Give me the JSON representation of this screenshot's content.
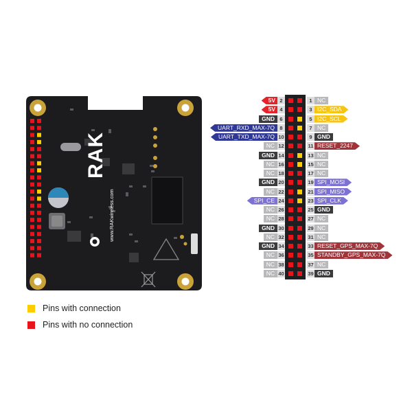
{
  "board": {
    "brand": "RAK",
    "url": "www.RAKwireless.com"
  },
  "colors": {
    "board": "#1c1c1e",
    "connected": "#ffcc00",
    "not_connected": "#e8141c",
    "gold": "#c9a23a"
  },
  "legend": [
    {
      "label": "Pins with connection",
      "color": "#ffcc00"
    },
    {
      "label": "Pins with no connection",
      "color": "#e8141c"
    }
  ],
  "pins_even": [
    {
      "num": "2",
      "label": "5V",
      "style": "pwr"
    },
    {
      "num": "4",
      "label": "5V",
      "style": "pwr"
    },
    {
      "num": "6",
      "label": "GND",
      "style": "gnd"
    },
    {
      "num": "8",
      "label": "UART_RXD_MAX-7Q",
      "style": "blueL"
    },
    {
      "num": "10",
      "label": "UART_TXD_MAX-7Q",
      "style": "blueL"
    },
    {
      "num": "12",
      "label": "NC",
      "style": "nc"
    },
    {
      "num": "14",
      "label": "GND",
      "style": "gnd"
    },
    {
      "num": "16",
      "label": "NC",
      "style": "nc"
    },
    {
      "num": "18",
      "label": "NC",
      "style": "nc"
    },
    {
      "num": "20",
      "label": "GND",
      "style": "gnd"
    },
    {
      "num": "22",
      "label": "NC",
      "style": "nc"
    },
    {
      "num": "24",
      "label": "SPI_CE",
      "style": "purpL"
    },
    {
      "num": "26",
      "label": "NC",
      "style": "nc"
    },
    {
      "num": "28",
      "label": "NC",
      "style": "nc"
    },
    {
      "num": "30",
      "label": "GND",
      "style": "gnd"
    },
    {
      "num": "32",
      "label": "NC",
      "style": "nc"
    },
    {
      "num": "34",
      "label": "GND",
      "style": "gnd"
    },
    {
      "num": "36",
      "label": "NC",
      "style": "nc"
    },
    {
      "num": "38",
      "label": "NC",
      "style": "nc"
    },
    {
      "num": "40",
      "label": "NC",
      "style": "nc"
    }
  ],
  "pins_odd": [
    {
      "num": "1",
      "label": "NC",
      "style": "nc"
    },
    {
      "num": "3",
      "label": "I2C_SDA",
      "style": "i2c"
    },
    {
      "num": "5",
      "label": "I2C_SCL",
      "style": "i2c"
    },
    {
      "num": "7",
      "label": "NC",
      "style": "nc"
    },
    {
      "num": "9",
      "label": "GND",
      "style": "gnd"
    },
    {
      "num": "11",
      "label": "RESET_2247",
      "style": "redR"
    },
    {
      "num": "13",
      "label": "NC",
      "style": "nc"
    },
    {
      "num": "15",
      "label": "NC",
      "style": "nc"
    },
    {
      "num": "17",
      "label": "NC",
      "style": "nc"
    },
    {
      "num": "19",
      "label": "SPI_MOSI",
      "style": "purpR"
    },
    {
      "num": "21",
      "label": "SPI_MISO",
      "style": "purpR"
    },
    {
      "num": "23",
      "label": "SPI_CLK",
      "style": "purpR"
    },
    {
      "num": "25",
      "label": "GND",
      "style": "gnd"
    },
    {
      "num": "27",
      "label": "NC",
      "style": "nc"
    },
    {
      "num": "29",
      "label": "NC",
      "style": "nc"
    },
    {
      "num": "31",
      "label": "NC",
      "style": "nc"
    },
    {
      "num": "33",
      "label": "RESET_GPS_MAX-7Q",
      "style": "redR"
    },
    {
      "num": "35",
      "label": "STANDBY_GPS_MAX-7Q",
      "style": "redR"
    },
    {
      "num": "37",
      "label": "NC",
      "style": "nc"
    },
    {
      "num": "39",
      "label": "GND",
      "style": "gnd"
    }
  ],
  "header_left_col": [
    "red",
    "red",
    "red",
    "red",
    "red",
    "red",
    "red",
    "red",
    "red",
    "red",
    "red",
    "red",
    "red",
    "red",
    "red",
    "red",
    "red",
    "red",
    "red",
    "red"
  ],
  "header_right_col": [
    "red",
    "red",
    "yellow",
    "yellow",
    "red",
    "red",
    "yellow",
    "yellow",
    "red",
    "red",
    "yellow",
    "yellow",
    "red",
    "red",
    "red",
    "red",
    "red",
    "red",
    "red",
    "red"
  ]
}
